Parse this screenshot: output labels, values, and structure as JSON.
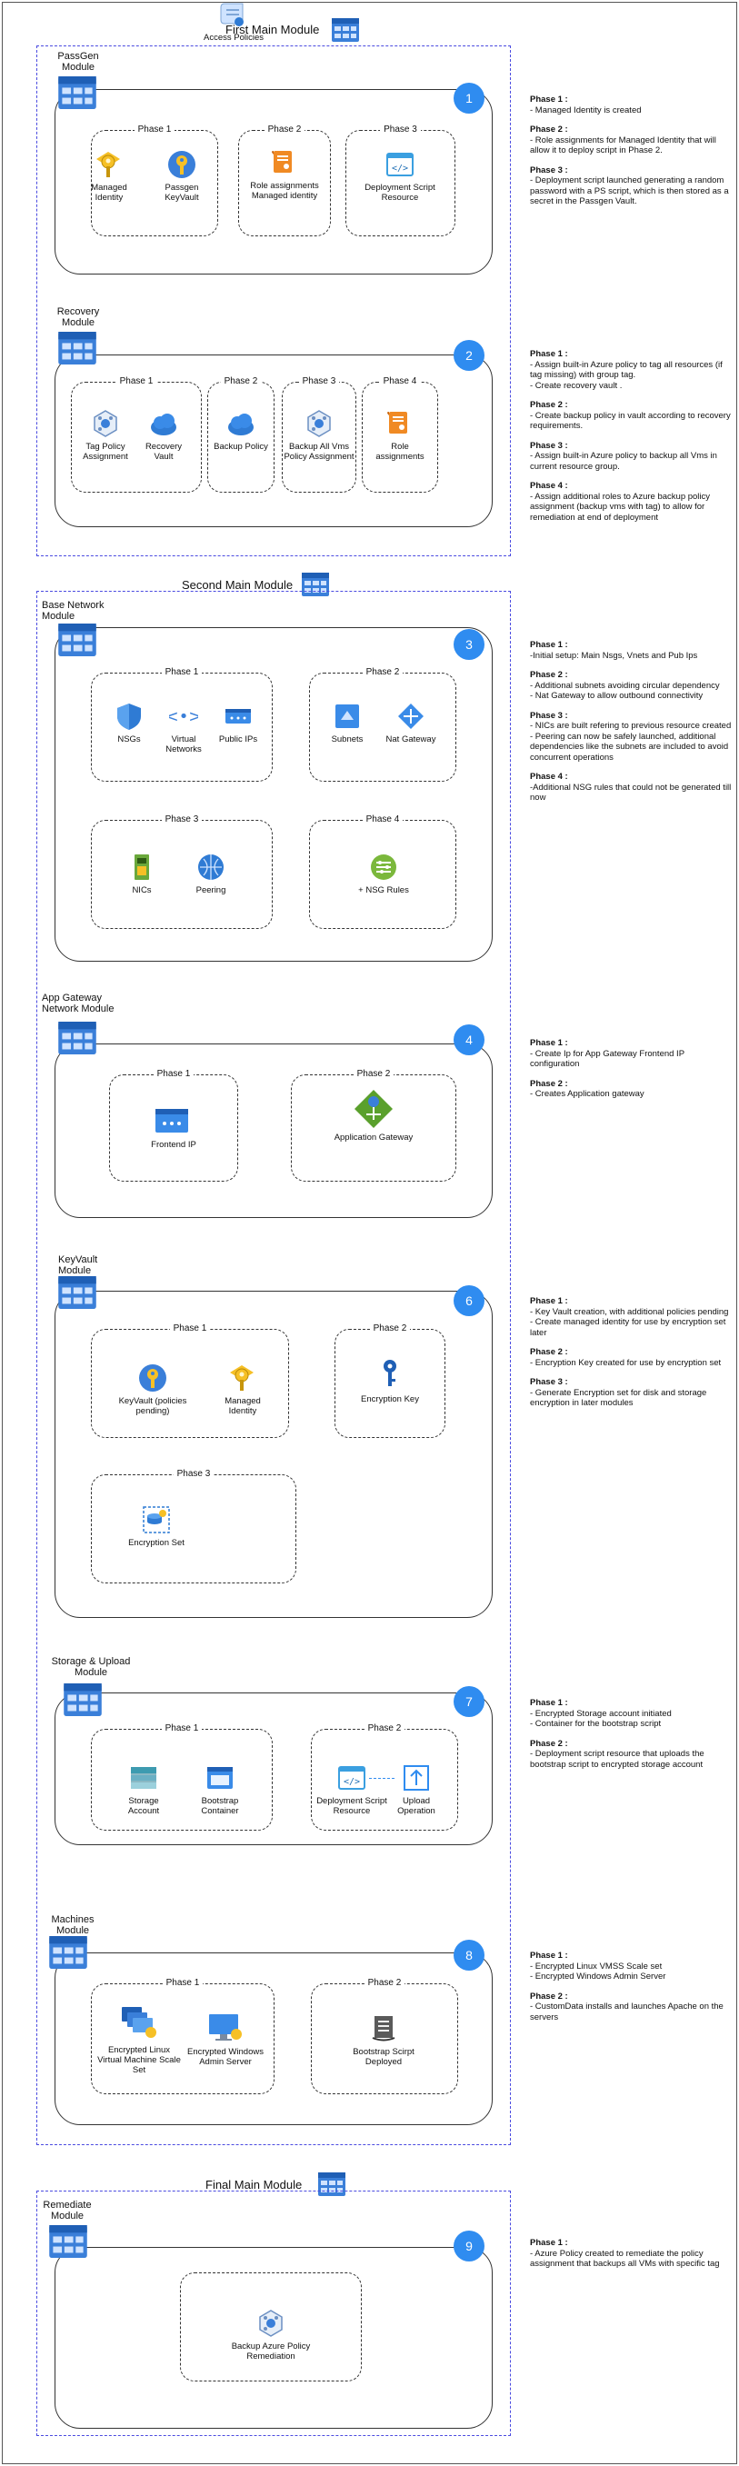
{
  "sections": {
    "first": "First Main Module",
    "second": "Second Main Module",
    "final": "Final Main Module"
  },
  "modules": [
    {
      "num": "1",
      "name": "PassGen Module",
      "phases": [
        "Phase 1",
        "Phase 2",
        "Phase 3"
      ],
      "items": [
        "Managed Identity",
        "Passgen KeyVault",
        "Role assignments Managed identity",
        "Deployment Script Resource"
      ],
      "desc": [
        [
          "Phase 1 :",
          "- Managed Identity is created"
        ],
        [
          "Phase 2 :",
          "- Role assignments for Managed Identity that will allow it to deploy script in Phase 2."
        ],
        [
          "Phase 3 :",
          "- Deployment script launched generating a random password with a PS script, which is then stored as a secret in the Passgen Vault."
        ]
      ]
    },
    {
      "num": "2",
      "name": "Recovery Module",
      "phases": [
        "Phase 1",
        "Phase 2",
        "Phase 3",
        "Phase 4"
      ],
      "items": [
        "Tag Policy Assignment",
        "Recovery Vault",
        "Backup Policy",
        "Backup All Vms Policy Assignment",
        "Role assignments"
      ],
      "desc": [
        [
          "Phase 1 :",
          "- Assign built-in Azure policy to tag all resources (if tag missing) with group tag.",
          "- Create recovery vault ."
        ],
        [
          "Phase 2 :",
          "- Create backup policy in vault according to recovery requirements."
        ],
        [
          "Phase 3 :",
          "- Assign built-in Azure policy to backup all Vms in current resource group."
        ],
        [
          "Phase 4 :",
          "- Assign additional roles to Azure backup policy assignment (backup vms with tag) to allow for remediation at end of deployment"
        ]
      ]
    },
    {
      "num": "3",
      "name": "Base Network Module",
      "phases": [
        "Phase 1",
        "Phase 2",
        "Phase 3",
        "Phase 4"
      ],
      "items": [
        "NSGs",
        "Virtual Networks",
        "Public IPs",
        "Subnets",
        "Nat Gateway",
        "NICs",
        "Peering",
        "+ NSG Rules"
      ],
      "desc": [
        [
          "Phase 1 :",
          "-Initial setup: Main Nsgs, Vnets and Pub Ips"
        ],
        [
          "Phase 2 :",
          "- Additional subnets avoiding circular dependency",
          "- Nat Gateway to allow outbound connectivity"
        ],
        [
          "Phase 3 :",
          "- NICs are built refering to previous resource created",
          "- Peering can now be safely launched, additional dependencies like the subnets are included to avoid concurrent operations"
        ],
        [
          "Phase 4 :",
          "-Additional NSG rules that could not be generated till now"
        ]
      ]
    },
    {
      "num": "4",
      "name": "App Gateway Network Module",
      "phases": [
        "Phase 1",
        "Phase 2"
      ],
      "items": [
        "Frontend IP",
        "Application Gateway"
      ],
      "desc": [
        [
          "Phase 1 :",
          "- Create Ip for App Gateway Frontend IP configuration"
        ],
        [
          "Phase 2 :",
          "- Creates Application gateway"
        ]
      ]
    },
    {
      "num": "6",
      "name": "KeyVault Module",
      "phases": [
        "Phase 1",
        "Phase 2",
        "Phase 3"
      ],
      "items": [
        "KeyVault (policies pending)",
        "Managed Identity",
        "Encryption Key",
        "Encryption Set",
        "Access Policies"
      ],
      "desc": [
        [
          "Phase 1 :",
          "- Key Vault creation, with additional policies pending",
          "- Create managed identity for use by encryption set later"
        ],
        [
          "Phase 2 :",
          "- Encryption Key created for use by encryption set"
        ],
        [
          "Phase 3 :",
          "- Generate Encryption set for disk and storage encryption in later modules"
        ]
      ]
    },
    {
      "num": "7",
      "name": "Storage & Upload Module",
      "phases": [
        "Phase 1",
        "Phase 2"
      ],
      "items": [
        "Storage Account",
        "Bootstrap Container",
        "Deployment Script Resource",
        "Upload Operation"
      ],
      "desc": [
        [
          "Phase 1 :",
          "- Encrypted Storage account initiated",
          "- Container for the bootstrap script"
        ],
        [
          "Phase 2 :",
          "- Deployment script resource that uploads the bootstrap script to encrypted storage account"
        ]
      ]
    },
    {
      "num": "8",
      "name": "Machines Module",
      "phases": [
        "Phase 1",
        "Phase 2"
      ],
      "items": [
        "Encrypted Linux Virtual Machine Scale Set",
        "Encrypted Windows Admin Server",
        "Bootstrap Scirpt Deployed"
      ],
      "desc": [
        [
          "Phase 1 :",
          "- Encrypted Linux VMSS Scale set",
          "- Encrypted Windows Admin Server"
        ],
        [
          "Phase 2 :",
          "- CustomData installs and launches Apache on the servers"
        ]
      ]
    },
    {
      "num": "9",
      "name": "Remediate Module",
      "phases": [],
      "items": [
        "Backup Azure Policy Remediation"
      ],
      "desc": [
        [
          "Phase 1 :",
          "- Azure Policy created to remediate the policy assignment that backups all VMs with specific tag"
        ]
      ]
    }
  ],
  "colors": {
    "accent": "#2f8cf0",
    "dashed": "#4a4ae0"
  }
}
